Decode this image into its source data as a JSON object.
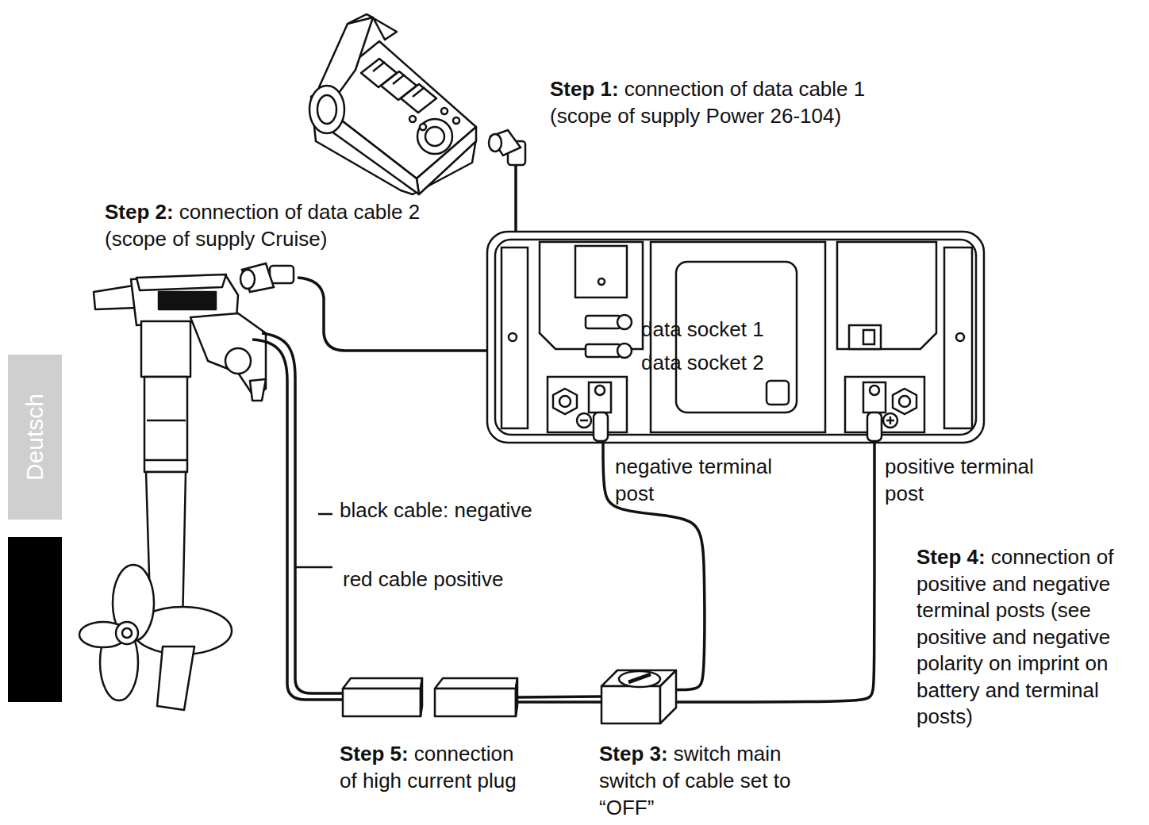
{
  "diagram": {
    "nodes": [
      {
        "text": [
          "data socket 1",
          "data socket 2"
        ]
      },
      {
        "text": [
          "Step 5:",
          "connection of high current plug"
        ]
      },
      {
        "text": [
          "Step 3:",
          "switch main switch of cable set to “OFF”"
        ]
      }
    ],
    "edges": [
      {
        "from": 1,
        "to": 2,
        "arrow": "none"
      },
      {
        "from": 2,
        "to": 0,
        "arrow": "none"
      },
      {
        "from": 2,
        "to": 0,
        "arrow": "none"
      }
    ],
    "labels": [
      "Step 1:",
      "connection of data cable 1 (scope of supply Power 26-104)",
      "Step 2:",
      "connection of data cable 2 (scope of supply Cruise)",
      "negative terminal post",
      "positive terminal post",
      "black cable: negative",
      "red cable positive",
      "Step 4:",
      "connection of positive and negative terminal posts (see positive and negative polarity on imprint on battery and terminal posts)",
      "Deutsch"
    ]
  }
}
